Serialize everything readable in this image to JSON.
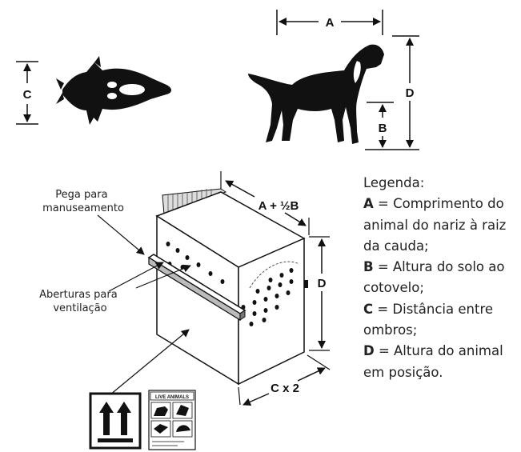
{
  "labels": {
    "a": "A",
    "b": "B",
    "c": "C",
    "d": "D",
    "crate_width": "A + ½B",
    "crate_height": "D",
    "crate_depth": "C x 2"
  },
  "annotations": {
    "handle": "Pega para\nmanuseamento",
    "vents": "Aberturas para\nventilação"
  },
  "stickers": {
    "live_animals": "LIVE ANIMALS"
  },
  "legend": {
    "title": "Legenda:",
    "items": [
      {
        "key": "A",
        "text": " = Comprimento do animal do nariz à raiz da cauda;"
      },
      {
        "key": "B",
        "text": " = Altura do solo ao cotovelo;"
      },
      {
        "key": "C",
        "text": " = Distância entre ombros;"
      },
      {
        "key": "D",
        "text": " = Altura do animal em posição."
      }
    ]
  },
  "colors": {
    "ink": "#111111",
    "background": "#ffffff",
    "crate_fill": "#ffffff"
  }
}
